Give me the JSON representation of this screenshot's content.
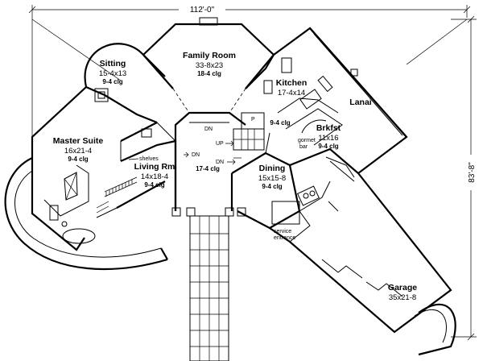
{
  "dimensions": {
    "width_label": "112'-0\"",
    "depth_label": "83'-8\""
  },
  "rooms": [
    {
      "key": "family",
      "name": "Family Room",
      "size": "33-8x23",
      "ceiling": "18-4 clg"
    },
    {
      "key": "sitting",
      "name": "Sitting",
      "size": "15-4x13",
      "ceiling": "9-4 clg"
    },
    {
      "key": "kitchen",
      "name": "Kitchen",
      "size": "17-4x14",
      "ceiling": "9-4 clg"
    },
    {
      "key": "master",
      "name": "Master Suite",
      "size": "16x21-4",
      "ceiling": "9-4 clg"
    },
    {
      "key": "brkfst",
      "name": "Brkfst",
      "size": "11x16",
      "ceiling": "9-4 clg"
    },
    {
      "key": "living",
      "name": "Living Rm",
      "size": "14x18-4",
      "ceiling": "9-4 clg"
    },
    {
      "key": "dining",
      "name": "Dining",
      "size": "15x15-8",
      "ceiling": "9-4 clg"
    },
    {
      "key": "garage",
      "name": "Garage",
      "size": "35x21-8",
      "ceiling": ""
    }
  ],
  "labels": {
    "lanai": "Lanai",
    "foyer_clg": "17-4 clg",
    "shelves": "shelves",
    "gourmet": "gormet",
    "bar": "bar",
    "service": "service",
    "entrance": "entrance",
    "clg_kitchen_side": "9-4 clg"
  },
  "markers": {
    "dn1": "DN",
    "dn2": "DN",
    "dn3": "DN",
    "up": "UP",
    "p": "P"
  }
}
